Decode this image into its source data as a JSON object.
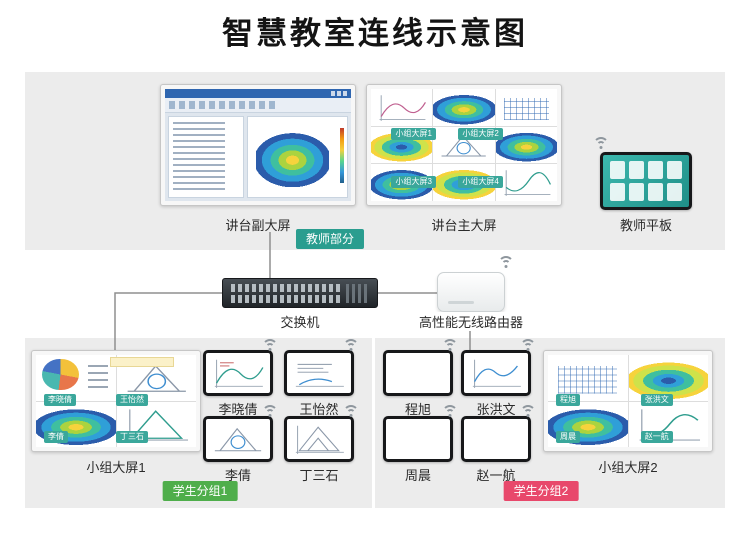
{
  "title": "智慧教室连线示意图",
  "teacher_section": {
    "badge": "教师部分",
    "secondary_screen_label": "讲台副大屏",
    "main_screen_label": "讲台主大屏",
    "tablet_label": "教师平板",
    "main_screen_tiles": [
      "小组大屏1",
      "小组大屏2",
      "小组大屏3",
      "小组大屏4"
    ]
  },
  "network": {
    "switch_label": "交换机",
    "router_label": "高性能无线路由器"
  },
  "groups": [
    {
      "screen_label": "小组大屏1",
      "badge": "学生分组1",
      "students": [
        "李晓倩",
        "王怡然",
        "李倩",
        "丁三石"
      ]
    },
    {
      "screen_label": "小组大屏2",
      "badge": "学生分组2",
      "students": [
        "程旭",
        "张洪文",
        "周晨",
        "赵一航"
      ]
    }
  ],
  "colors": {
    "teacher_badge": "#2a9d8f",
    "group1_badge": "#4fae4b",
    "group2_badge": "#e8486b",
    "screen_tag": "#3aa79b"
  }
}
